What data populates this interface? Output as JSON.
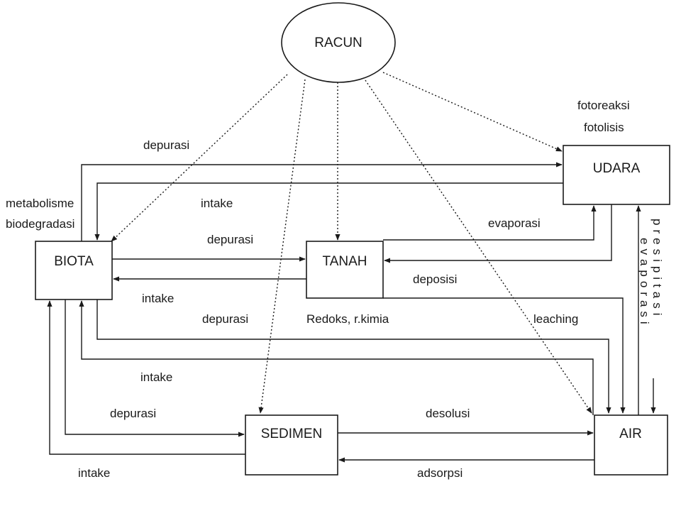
{
  "nodes": {
    "racun": "RACUN",
    "udara": "UDARA",
    "biota": "BIOTA",
    "tanah": "TANAH",
    "sedimen": "SEDIMEN",
    "air": "AIR"
  },
  "labels": {
    "fotoreaksi": "fotoreaksi",
    "fotolisis": "fotolisis",
    "depurasi_top": "depurasi",
    "intake_top": "intake",
    "metabolisme": "metabolisme",
    "biodegradasi": "biodegradasi",
    "evaporasi_top": "evaporasi",
    "depurasi_tanah": "depurasi",
    "intake_tanah": "intake",
    "deposisi": "deposisi",
    "depurasi_mid": "depurasi",
    "redoks": "Redoks, r.kimia",
    "leaching": "leaching",
    "intake_mid": "intake",
    "depurasi_low": "depurasi",
    "desolusi": "desolusi",
    "intake_bottom": "intake",
    "adsorpsi": "adsorpsi",
    "presipitasi": "presipitasi",
    "evaporasi_vertical": "evaporasi"
  }
}
